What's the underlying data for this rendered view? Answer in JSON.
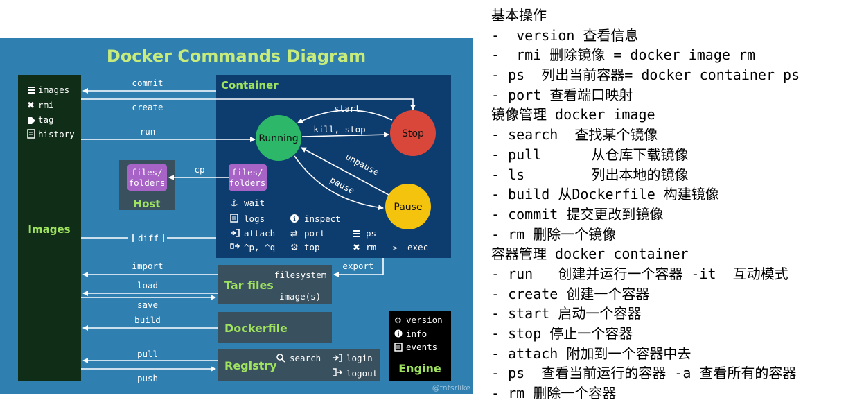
{
  "diagram": {
    "title": "Docker Commands Diagram",
    "images_panel": {
      "items": [
        {
          "icon": "list-icon",
          "label": "images"
        },
        {
          "icon": "x-icon",
          "label": "rmi"
        },
        {
          "icon": "tag-icon",
          "label": "tag"
        },
        {
          "icon": "document-icon",
          "label": "history"
        }
      ],
      "label": "Images"
    },
    "container_panel": {
      "label": "Container",
      "states": {
        "running": "Running",
        "stop": "Stop",
        "pause": "Pause"
      },
      "transitions": {
        "start": "start",
        "kill_stop": "kill, stop",
        "unpause": "unpause",
        "pause": "pause"
      },
      "folders": "files/ folders",
      "commands": {
        "wait": "wait",
        "logs": "logs",
        "inspect": "inspect",
        "attach": "attach",
        "port": "port",
        "ps": "ps",
        "pq": "^p, ^q",
        "top": "top",
        "rm": "rm",
        "exec": "exec"
      }
    },
    "host_panel": {
      "label": "Host",
      "folders": "files/ folders"
    },
    "arrows": {
      "commit": "commit",
      "create": "create",
      "run": "run",
      "cp": "cp",
      "diff": "diff",
      "import": "import",
      "export": "export",
      "load": "load",
      "save": "save",
      "build": "build",
      "pull": "pull",
      "push": "push"
    },
    "tar_panel": {
      "label": "Tar files",
      "filesystem": "filesystem",
      "images": "image(s)"
    },
    "dockerfile_panel": {
      "label": "Dockerfile"
    },
    "registry_panel": {
      "label": "Registry",
      "search": "search",
      "login": "login",
      "logout": "logout"
    },
    "engine_panel": {
      "label": "Engine",
      "version": "version",
      "info": "info",
      "events": "events"
    },
    "credit": "@fntsrlike",
    "colors": {
      "background": "#2f7fb0",
      "dark_panel": "#0d3c6e",
      "images_panel": "#0f2d17",
      "running": "#2cb868",
      "stop": "#d9473b",
      "pause": "#f3c30e",
      "folder_box": "#a764c6",
      "title_green": "#c7ec7c",
      "label_green": "#9fe25f"
    }
  },
  "notes": [
    "基本操作",
    "-  version 查看信息",
    "-  rmi 删除镜像 = docker image rm",
    "- ps  列出当前容器= docker container ps",
    "- port 查看端口映射",
    "镜像管理 docker image",
    "- search  查找某个镜像",
    "- pull      从仓库下载镜像",
    "- ls        列出本地的镜像",
    "- build 从Dockerfile 构建镜像",
    "- commit 提交更改到镜像",
    "- rm 删除一个镜像",
    "容器管理 docker container",
    "- run   创建并运行一个容器 -it  互动模式",
    "- create 创建一个容器",
    "- start 启动一个容器",
    "- stop 停止一个容器",
    "- attach 附加到一个容器中去",
    "- ps  查看当前运行的容器 -a 查看所有的容器",
    "- rm 删除一个容器"
  ]
}
